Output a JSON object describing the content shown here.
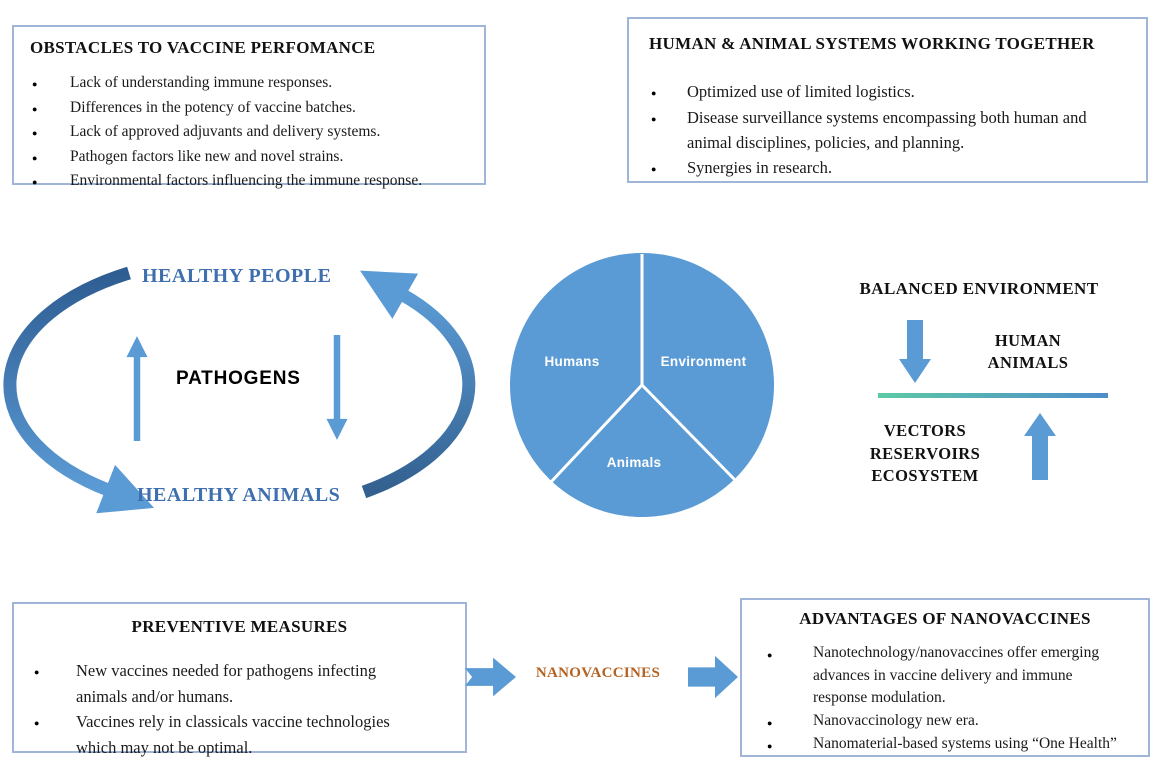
{
  "ui": {
    "bullet": "●"
  },
  "boxes": {
    "obstacles": {
      "title": "OBSTACLES TO VACCINE PERFOMANCE",
      "items": [
        "Lack of understanding immune responses.",
        "Differences in the potency of vaccine batches.",
        "Lack of approved adjuvants and delivery systems.",
        "Pathogen factors like new and novel strains.",
        "Environmental factors influencing the immune response."
      ]
    },
    "together": {
      "title": "HUMAN & ANIMAL SYSTEMS WORKING TOGETHER",
      "items": [
        "Optimized use of limited logistics.",
        "Disease surveillance systems encompassing both human and animal disciplines, policies, and planning.",
        "Synergies in research."
      ]
    },
    "preventive": {
      "title": "PREVENTIVE MEASURES",
      "items": [
        "New vaccines needed for pathogens infecting animals and/or humans.",
        "Vaccines rely in classicals vaccine technologies which may not be optimal."
      ]
    },
    "advantages": {
      "title": "ADVANTAGES OF NANOVACCINES",
      "items": [
        "Nanotechnology/nanovaccines offer emerging advances in vaccine delivery and immune response modulation.",
        "Nanovaccinology new era.",
        "Nanomaterial-based systems using “One Health”"
      ]
    }
  },
  "cycle": {
    "top_label": "HEALTHY PEOPLE",
    "center_label": "PATHOGENS",
    "bottom_label": "HEALTHY ANIMALS"
  },
  "pie": {
    "label_left": "Humans",
    "label_right": "Environment",
    "label_bottom": "Animals"
  },
  "chart_data": {
    "type": "pie",
    "categories": [
      "Humans",
      "Environment",
      "Animals"
    ],
    "values": [
      38,
      38,
      24
    ],
    "title": "",
    "legend_position": "inside"
  },
  "balance": {
    "title": "BALANCED ENVIRONMENT",
    "above_line_1": "HUMAN",
    "above_line_2": "ANIMALS",
    "below_line_1": "VECTORS",
    "below_line_2": "RESERVOIRS",
    "below_line_3": "ECOSYSTEM"
  },
  "flow": {
    "label": "NANOVACCINES"
  },
  "colors": {
    "accent_blue": "#5B9BD5",
    "dark_arc_blue": "#2E5D92",
    "cycle_label_blue": "#3E6FAE",
    "box_border_blue": "#9FB6D9",
    "nano_orange": "#B4601F",
    "balance_line_teal": "#5CC9A5",
    "balance_line_blue": "#4E8CCB"
  }
}
